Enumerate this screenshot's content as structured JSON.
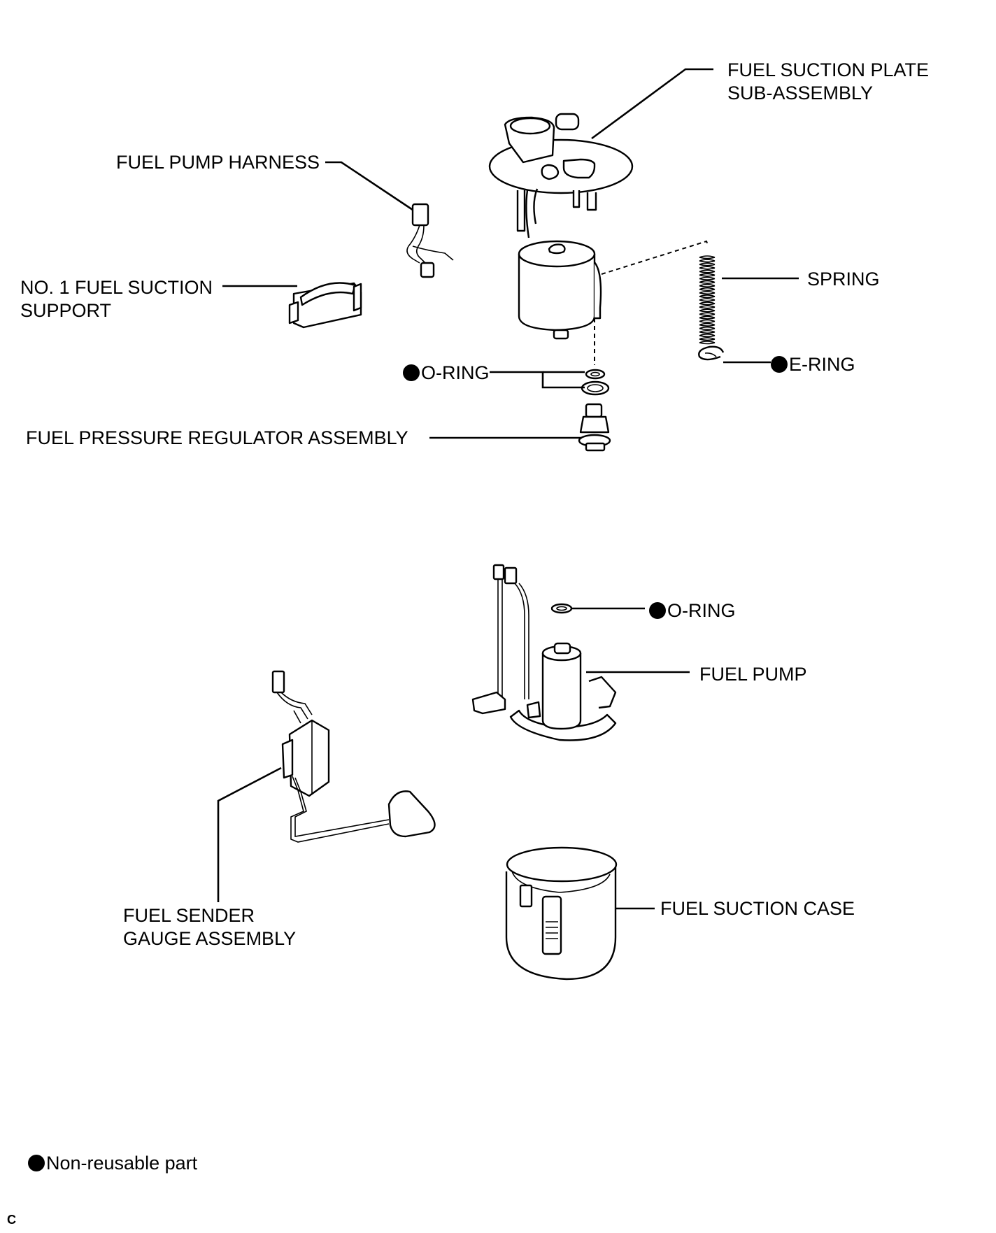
{
  "labels": {
    "fuel_suction_plate": [
      "FUEL SUCTION PLATE",
      "SUB-ASSEMBLY"
    ],
    "fuel_pump_harness": "FUEL PUMP HARNESS",
    "no1_fuel_suction_support": [
      "NO. 1 FUEL SUCTION",
      "SUPPORT"
    ],
    "spring": "SPRING",
    "e_ring": "E-RING",
    "o_ring_upper": "O-RING",
    "fuel_pressure_regulator": "FUEL PRESSURE REGULATOR ASSEMBLY",
    "o_ring_lower": "O-RING",
    "fuel_pump": "FUEL PUMP",
    "fuel_sender_gauge": [
      "FUEL SENDER",
      "GAUGE ASSEMBLY"
    ],
    "fuel_suction_case": "FUEL SUCTION CASE"
  },
  "legend": {
    "non_reusable": "Non-reusable part"
  },
  "corner_code": "C"
}
